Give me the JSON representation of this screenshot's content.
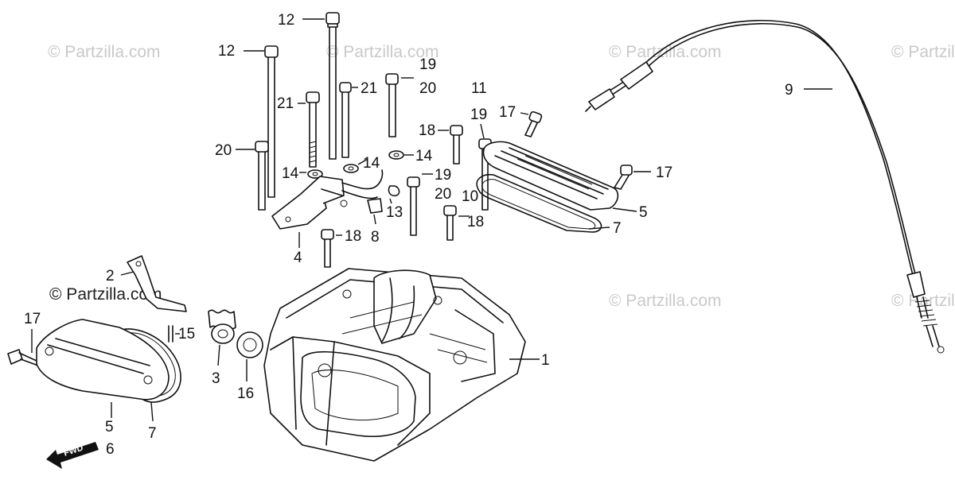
{
  "watermark": "© Partzilla.com",
  "fwd_label": "FWD",
  "callouts": {
    "c12a": "12",
    "c12b": "12",
    "c19a": "19",
    "c20a": "20",
    "c21a": "21",
    "c21b": "21",
    "c11": "11",
    "c19b": "19",
    "c17a": "17",
    "c18a": "18",
    "c20b": "20",
    "c14a": "14",
    "c14b": "14",
    "c14c": "14",
    "c19c": "19",
    "c20c": "20",
    "c10": "10",
    "c13": "13",
    "c8": "8",
    "c18b": "18",
    "c18c": "18",
    "c4": "4",
    "c9": "9",
    "c17b": "17",
    "c5a": "5",
    "c7a": "7",
    "c2": "2",
    "c17c": "17",
    "c15": "15",
    "c1": "1",
    "c3": "3",
    "c16": "16",
    "c5b": "5",
    "c6": "6",
    "c7b": "7"
  }
}
